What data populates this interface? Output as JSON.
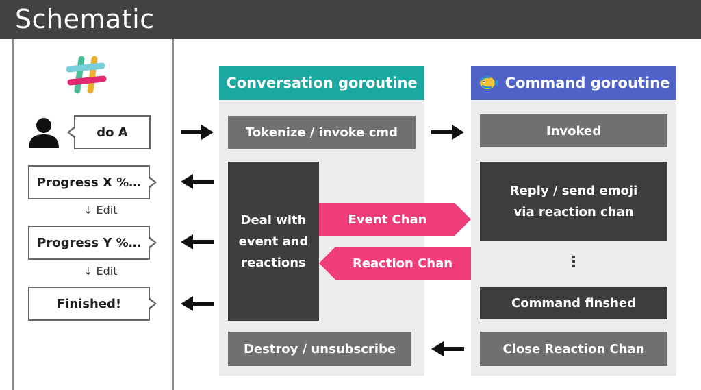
{
  "header": {
    "title": "Schematic"
  },
  "colors": {
    "conversation_header": "#1aa8a0",
    "command_header": "#4f63c7",
    "channel_arrow": "#ef3e78",
    "box_gray": "#707070",
    "box_dark": "#3d3d3d"
  },
  "icons": {
    "slack_logo": "slack-logo-icon",
    "user": "user-icon",
    "fish": "fish-icon"
  },
  "chat": {
    "user_message": "do A",
    "progress_1": "Progress X %…",
    "edit_1": "↓ Edit",
    "progress_2": "Progress Y %…",
    "edit_2": "↓ Edit",
    "finished": "Finished!"
  },
  "conversation": {
    "title": "Conversation goroutine",
    "tokenize": "Tokenize / invoke cmd",
    "deal_line1": "Deal with",
    "deal_line2": "event and",
    "deal_line3": "reactions",
    "destroy": "Destroy / unsubscribe"
  },
  "channels": {
    "event": "Event Chan",
    "reaction": "Reaction Chan"
  },
  "command": {
    "title": "Command goroutine",
    "invoked": "Invoked",
    "reply_line1": "Reply / send emoji",
    "reply_line2": "via reaction chan",
    "ellipsis": "⋮",
    "finished": "Command finshed",
    "close": "Close Reaction Chan"
  }
}
